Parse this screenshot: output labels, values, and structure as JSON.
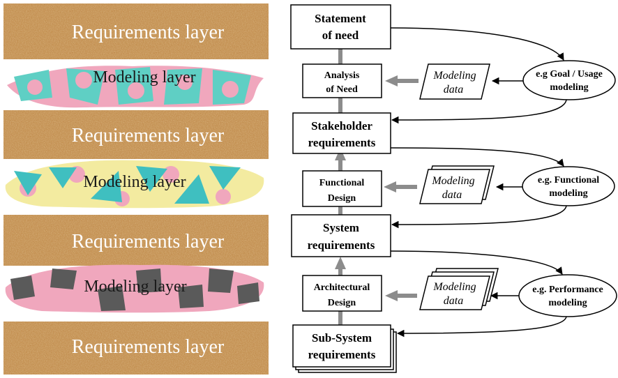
{
  "layers": {
    "requirements_label": "Requirements layer",
    "modeling_label": "Modeling layer"
  },
  "boxes": {
    "statement_of_need": [
      "Statement",
      "of need"
    ],
    "analysis_of_need": [
      "Analysis",
      "of Need"
    ],
    "stakeholder_requirements": [
      "Stakeholder",
      "requirements"
    ],
    "functional_design": [
      "Functional",
      "Design"
    ],
    "system_requirements": [
      "System",
      "requirements"
    ],
    "architectural_design": [
      "Architectural",
      "Design"
    ],
    "subsystem_requirements": [
      "Sub-System",
      "requirements"
    ]
  },
  "modeling_data": [
    "Modeling",
    "data"
  ],
  "modeling_ellipses": {
    "goal_usage": [
      "e.g Goal / Usage",
      "modeling"
    ],
    "functional": [
      "e.g. Functional",
      "modeling"
    ],
    "performance": [
      "e.g. Performance",
      "modeling"
    ]
  },
  "colors": {
    "cork": "#b8803f",
    "teal": "#5fcfc4",
    "pink": "#f0a7bd",
    "yellow": "#f3eba0",
    "dark_gray": "#5a5a5a",
    "arrow_gray": "#8c8c8c"
  }
}
